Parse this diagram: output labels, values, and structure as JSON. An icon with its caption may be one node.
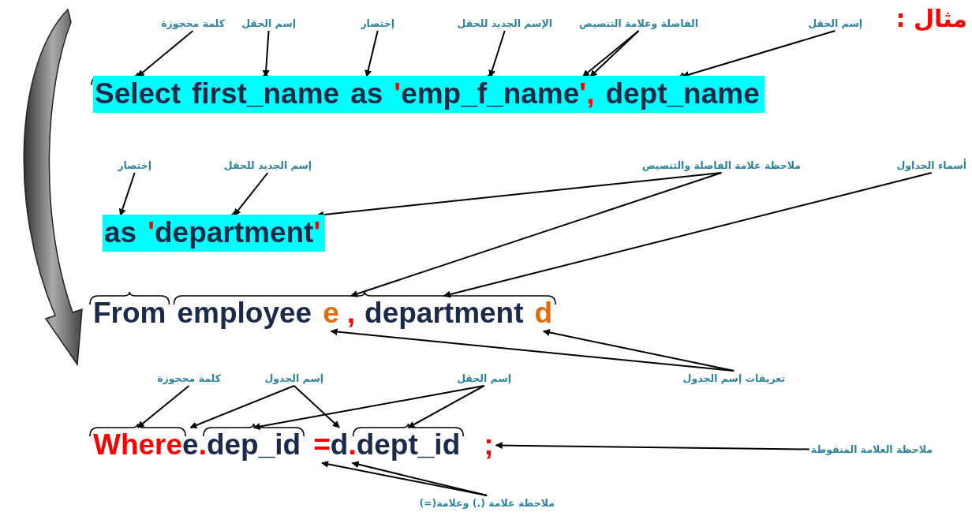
{
  "diagram": {
    "title": "مثال :",
    "nodes": [
      {
        "text": [
          "Select"
        ]
      },
      {
        "text": [
          "first_name"
        ]
      },
      {
        "text": [
          "as"
        ]
      },
      {
        "text": [
          "'"
        ]
      },
      {
        "text": [
          "emp_f_name"
        ]
      },
      {
        "text": [
          "'"
        ]
      },
      {
        "text": [
          ","
        ]
      },
      {
        "text": [
          "dept_name"
        ]
      },
      {
        "text": [
          "as"
        ]
      },
      {
        "text": [
          "'"
        ]
      },
      {
        "text": [
          "department"
        ]
      },
      {
        "text": [
          "'"
        ]
      },
      {
        "text": [
          "From"
        ]
      },
      {
        "text": [
          "employee"
        ]
      },
      {
        "text": [
          "e"
        ]
      },
      {
        "text": [
          ","
        ]
      },
      {
        "text": [
          "department"
        ]
      },
      {
        "text": [
          "d"
        ]
      },
      {
        "text": [
          "Where"
        ]
      },
      {
        "text": [
          "e"
        ]
      },
      {
        "text": [
          "."
        ]
      },
      {
        "text": [
          "dep_id"
        ]
      },
      {
        "text": [
          "="
        ]
      },
      {
        "text": [
          "d"
        ]
      },
      {
        "text": [
          "."
        ]
      },
      {
        "text": [
          "dept_id"
        ]
      },
      {
        "text": [
          ";"
        ]
      },
      {
        "text": [
          "إسم الحقل"
        ]
      },
      {
        "text": [
          "الفاصلة وعلامة التنصيص"
        ]
      },
      {
        "text": [
          "الإسم الجديد للحقل"
        ]
      },
      {
        "text": [
          "إختصار"
        ]
      },
      {
        "text": [
          "إسم الحقل"
        ]
      },
      {
        "text": [
          "كلمة محجوزة"
        ]
      },
      {
        "text": [
          "أسماء الجداول"
        ]
      },
      {
        "text": [
          "ملاحظة علامة الفاصلة والتنصيص"
        ]
      },
      {
        "text": [
          "إسم الجديد للحقل"
        ]
      },
      {
        "text": [
          "إختصار"
        ]
      },
      {
        "text": [
          "تعريفات إسم الجدول"
        ]
      },
      {
        "text": [
          "إسم الحقل"
        ]
      },
      {
        "text": [
          "إسم الجدول"
        ]
      },
      {
        "text": [
          "كلمة محجوزة"
        ]
      },
      {
        "text": [
          "ملاحظة العلامة المنقوطة"
        ]
      },
      {
        "text": [
          "ملاحظة علامة (.) وعلامة(=)"
        ]
      }
    ],
    "edges": [
      {
        "from": 27,
        "to": 7,
        "arrow": "to"
      },
      {
        "from": 28,
        "to": 5,
        "arrow": "to"
      },
      {
        "from": 28,
        "to": 6,
        "arrow": "to"
      },
      {
        "from": 29,
        "to": 4,
        "arrow": "to"
      },
      {
        "from": 30,
        "to": 2,
        "arrow": "to"
      },
      {
        "from": 31,
        "to": 1,
        "arrow": "to"
      },
      {
        "from": 32,
        "to": 0,
        "arrow": "to"
      },
      {
        "from": 36,
        "to": 8,
        "arrow": "to"
      },
      {
        "from": 35,
        "to": 10,
        "arrow": "to"
      },
      {
        "from": 34,
        "to": 11,
        "arrow": "to"
      },
      {
        "from": 34,
        "to": 15,
        "arrow": "to"
      },
      {
        "from": 33,
        "to": 16,
        "arrow": "to"
      },
      {
        "from": 37,
        "to": 14,
        "arrow": "to"
      },
      {
        "from": 37,
        "to": 17,
        "arrow": "to"
      },
      {
        "from": 40,
        "to": 18,
        "arrow": "to"
      },
      {
        "from": 39,
        "to": 19,
        "arrow": "to"
      },
      {
        "from": 39,
        "to": 23,
        "arrow": "to"
      },
      {
        "from": 38,
        "to": 21,
        "arrow": "to"
      },
      {
        "from": 38,
        "to": 25,
        "arrow": "to"
      },
      {
        "from": 41,
        "to": 26,
        "arrow": "to"
      },
      {
        "from": 42,
        "to": 22,
        "arrow": "to"
      },
      {
        "from": 42,
        "to": 24,
        "arrow": "to"
      }
    ]
  }
}
